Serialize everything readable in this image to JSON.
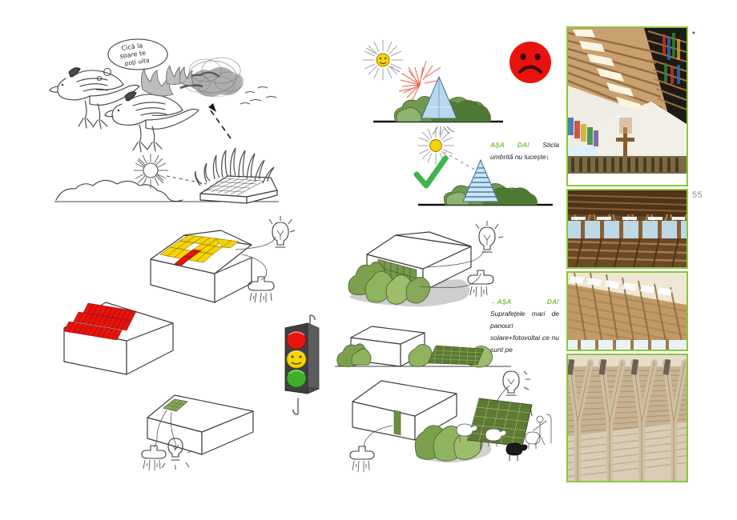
{
  "slide": {
    "page_number": "55",
    "footnote_marker": "*",
    "background_color": "#ffffff"
  },
  "colors": {
    "accent_green": "#7ac143",
    "photo_border": "#8cc63f",
    "panel_yellow": "#f5d400",
    "panel_red": "#e8130e",
    "panel_green": "#6f8f3f",
    "foliage_green": "#7ba05b",
    "sad_face_red": "#e8130e",
    "ink": "#3d3d3d",
    "traffic_red": "#e8130e",
    "traffic_yellow": "#f5d400",
    "traffic_green": "#3fae2a"
  },
  "cartoon_glare": {
    "speech_bubble": "Cică la soare te poți uita",
    "caption_alt": "",
    "elements": [
      "bird-flying",
      "bird-burning",
      "smoke-cloud",
      "arrow-pointing-to-smoke",
      "sun-with-rays",
      "glare-reflection-flames",
      "building-with-solar-roof"
    ]
  },
  "diagram_glare_bad": {
    "verdict_icon": "sad-face",
    "verdict": "negative",
    "elements": [
      "sun",
      "glass-pyramid",
      "red-glare-rays",
      "bushes",
      "ground-line"
    ]
  },
  "diagram_glare_good": {
    "verdict_icon": "check-mark",
    "verdict": "positive",
    "note": {
      "highlight": "AŞA DA!",
      "body": "Sticla umbrită nu luceşte↓"
    },
    "elements": [
      "sun",
      "shaded-louvered-pyramid",
      "bushes",
      "ground-line"
    ]
  },
  "diagram_roof_yellow": {
    "description": "house-with-yellow-solar-roof",
    "panel_rows": 4,
    "panel_columns": 8,
    "highlighted_panels": 2,
    "outputs": [
      "light-bulb",
      "shower-hot-water"
    ]
  },
  "diagram_roof_red": {
    "description": "building-with-tilted-red-panel-arrays",
    "array_rows": 3
  },
  "diagram_roof_small_green": {
    "description": "house-with-small-green-panel",
    "outputs": [
      "shower-hot-water",
      "light-bulb"
    ]
  },
  "traffic_light": {
    "lamps": [
      {
        "name": "red-lamp",
        "color": "#e8130e",
        "state": "on"
      },
      {
        "name": "yellow-lamp",
        "color": "#f5d400",
        "state": "on",
        "has_face": true
      },
      {
        "name": "green-lamp",
        "color": "#3fae2a",
        "state": "on"
      }
    ]
  },
  "diagram_facade_green": {
    "description": "building-with-green-facade-panels-shaded-by-trees",
    "outputs": [
      "light-bulb",
      "shower-hot-water"
    ],
    "note": {
      "highlight": "←AŞA      DA!",
      "body": "Suprafeţele mari de panouri solare+fotovoltai ce nu sunt pe"
    }
  },
  "diagram_ground_array_small": {
    "description": "low-building-with-ground-mounted-panel-field-behind-bushes"
  },
  "diagram_ground_array_sheep": {
    "description": "building-with-ground-mounted-panel-array-and-grazing-sheep",
    "outputs": [
      "shower-hot-water",
      "light-bulb"
    ],
    "animals": [
      "sheep",
      "sheep",
      "black-sheep",
      "sheep",
      "shepherd"
    ]
  },
  "photos": [
    {
      "name": "church-interior-rafters-cross",
      "caption": ""
    },
    {
      "name": "timber-roof-structure-clerestory",
      "caption": ""
    },
    {
      "name": "timber-roof-trusses-interior",
      "caption": ""
    },
    {
      "name": "timber-column-branching-structure",
      "caption": ""
    }
  ]
}
